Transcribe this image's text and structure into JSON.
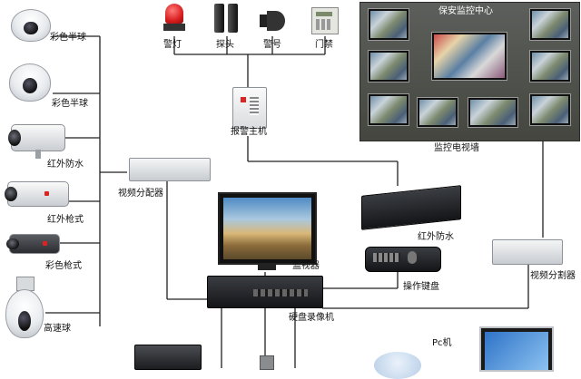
{
  "title": "保安监控中心",
  "labels": {
    "cam1": "彩色半球",
    "cam2": "彩色半球",
    "cam3": "红外防水",
    "cam4": "红外枪式",
    "cam5": "彩色枪式",
    "cam6": "高速球",
    "alarm_light": "警灯",
    "detector": "探头",
    "siren": "警号",
    "access": "门禁",
    "alarm_host": "报警主机",
    "video_wall": "监控电视墙",
    "video_dist_left": "视频分配器",
    "ir_waterproof": "红外防水",
    "monitor": "监视器",
    "keyboard": "操作键盘",
    "dvr": "硬盘录像机",
    "video_dist_right": "视频分割器",
    "pc": "Pc机"
  },
  "colors": {
    "wire": "#202020",
    "wall_frame": "#4f514c",
    "alarm_red": "#d81e1e",
    "device_silver": "#d6d9dc",
    "device_black": "#1c1d20"
  },
  "icons": [
    "dome-camera-icon",
    "bullet-camera-icon",
    "speed-dome-icon",
    "alarm-light-icon",
    "detector-icon",
    "siren-icon",
    "access-keypad-icon",
    "alarm-host-icon",
    "video-distributor-icon",
    "monitor-icon",
    "keyboard-icon",
    "dvr-icon",
    "video-splitter-icon",
    "printer-icon",
    "cloud-icon",
    "laptop-icon"
  ]
}
